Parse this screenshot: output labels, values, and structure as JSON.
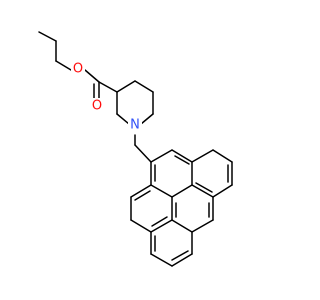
{
  "molecule": {
    "atoms": {
      "ester_o": {
        "symbol": "O",
        "color": "#ff0d0d"
      },
      "carbonyl_o": {
        "symbol": "O",
        "color": "#ff0d0d"
      },
      "ring_n": {
        "symbol": "N",
        "color": "#3050f8"
      }
    },
    "bond_color": "#000000"
  }
}
